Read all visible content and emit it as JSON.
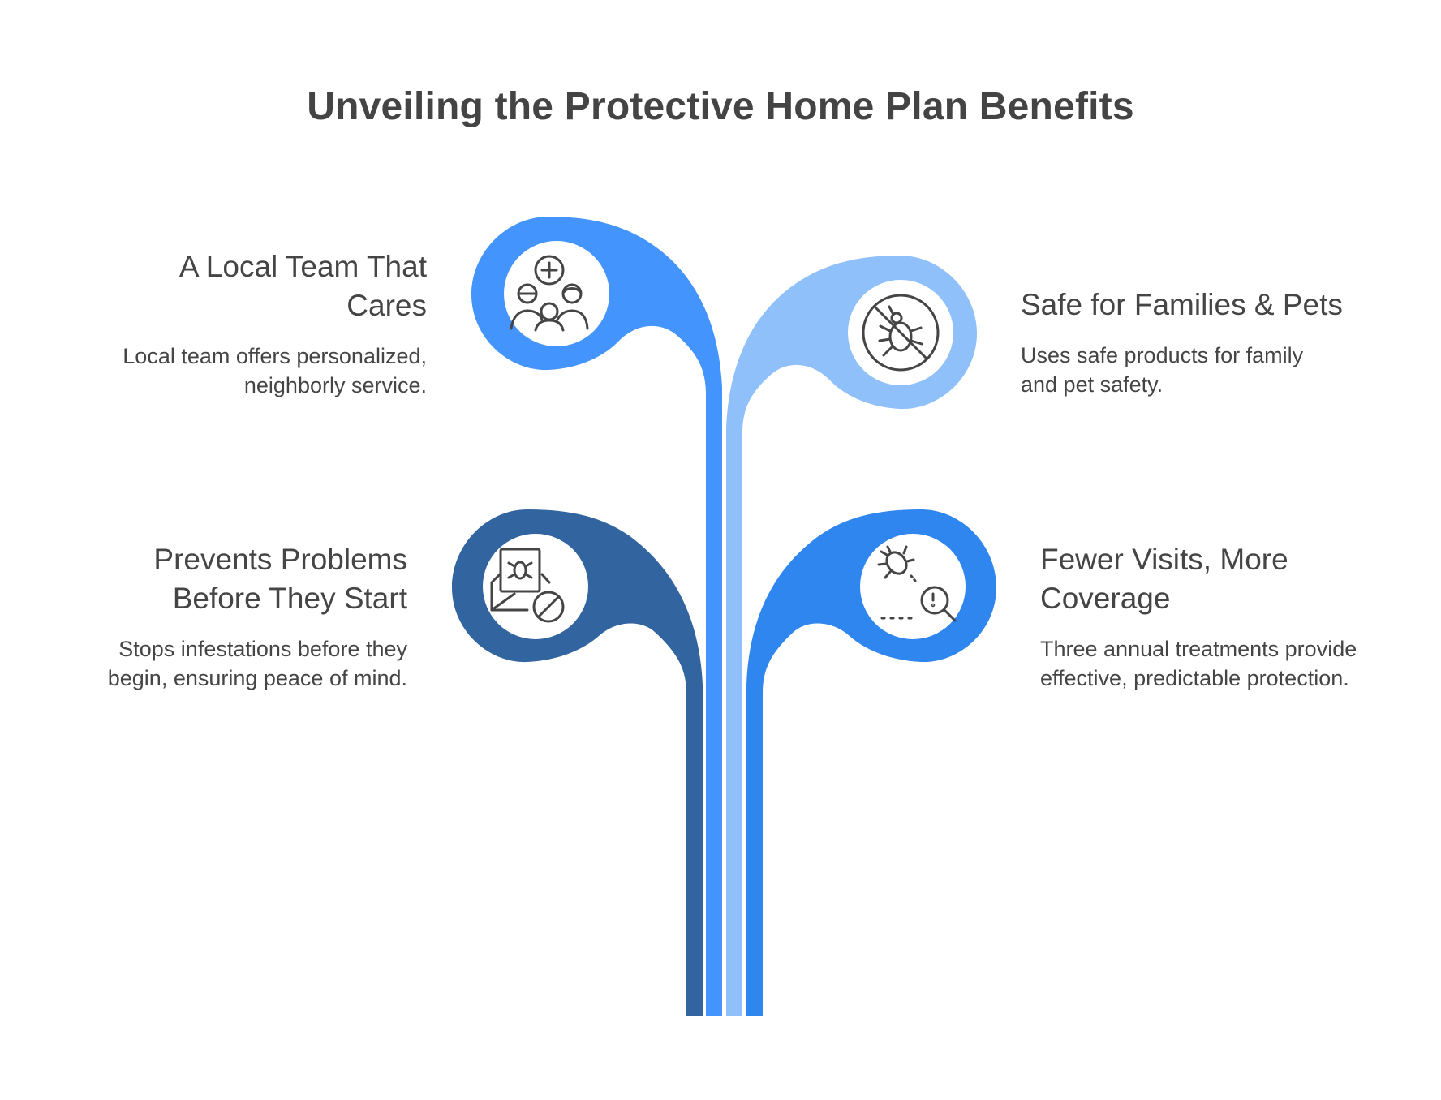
{
  "title": "Unveiling the Protective Home Plan Benefits",
  "colors": {
    "local_team_branch": "#4394fc",
    "safe_branch": "#90c0fa",
    "prevents_branch": "#3264a0",
    "fewer_visits_branch": "#2f86ef",
    "icon_stroke": "#454545",
    "text": "#454545"
  },
  "benefits": {
    "local_team": {
      "title": "A Local Team That Cares",
      "description": "Local team offers personalized, neighborly service.",
      "icon": "team-people-plus-icon"
    },
    "safe": {
      "title": "Safe for Families & Pets",
      "description": "Uses safe products for family and pet safety.",
      "icon": "no-bug-icon"
    },
    "prevents": {
      "title": "Prevents Problems Before They Start",
      "description": "Stops infestations before they begin, ensuring peace of mind.",
      "icon": "bug-alert-prohibited-icon"
    },
    "fewer_visits": {
      "title": "Fewer Visits, More Coverage",
      "description": "Three annual treatments provide effective, predictable protection.",
      "icon": "bug-search-icon"
    }
  }
}
